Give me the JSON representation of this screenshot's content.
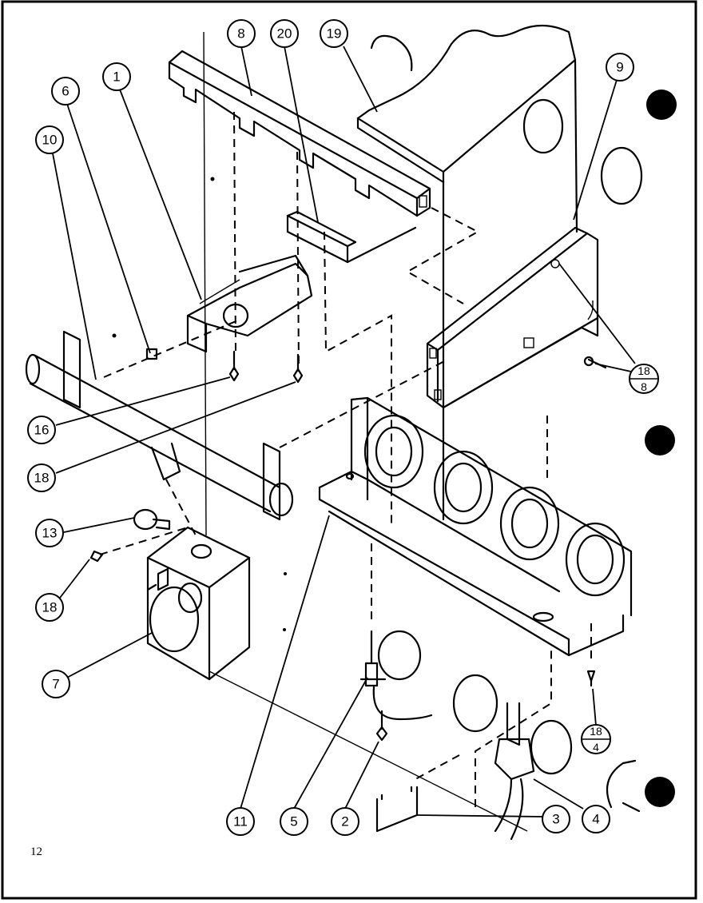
{
  "page": {
    "number": "12"
  },
  "callouts": [
    {
      "id": "c8",
      "label": "8"
    },
    {
      "id": "c20",
      "label": "20"
    },
    {
      "id": "c19",
      "label": "19"
    },
    {
      "id": "c1",
      "label": "1"
    },
    {
      "id": "c6",
      "label": "6"
    },
    {
      "id": "c10",
      "label": "10"
    },
    {
      "id": "c9",
      "label": "9"
    },
    {
      "id": "c16",
      "label": "16"
    },
    {
      "id": "c18a",
      "label": "18"
    },
    {
      "id": "c13",
      "label": "13"
    },
    {
      "id": "c18b",
      "label": "18"
    },
    {
      "id": "c7",
      "label": "7"
    },
    {
      "id": "c11",
      "label": "11"
    },
    {
      "id": "c5",
      "label": "5"
    },
    {
      "id": "c2",
      "label": "2"
    },
    {
      "id": "c3",
      "label": "3"
    },
    {
      "id": "c4",
      "label": "4"
    }
  ],
  "split_callouts": [
    {
      "id": "s18_8",
      "top": "18",
      "bottom": "8"
    },
    {
      "id": "s18_4",
      "top": "18",
      "bottom": "4"
    }
  ]
}
